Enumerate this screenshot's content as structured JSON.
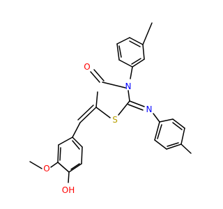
{
  "molecule": {
    "atoms": [
      {
        "id": "O_carbonyl",
        "label": "O",
        "color": "#ff0000"
      },
      {
        "id": "N_ring",
        "label": "N",
        "color": "#0000ff"
      },
      {
        "id": "S_ring",
        "label": "S",
        "color": "#b8a000"
      },
      {
        "id": "N_imine",
        "label": "N",
        "color": "#0000ff"
      },
      {
        "id": "O_methoxy",
        "label": "O",
        "color": "#ff0000"
      },
      {
        "id": "O_hydroxyl",
        "label": "OH",
        "color": "#ff0000"
      }
    ],
    "bond_color": "#000000"
  }
}
